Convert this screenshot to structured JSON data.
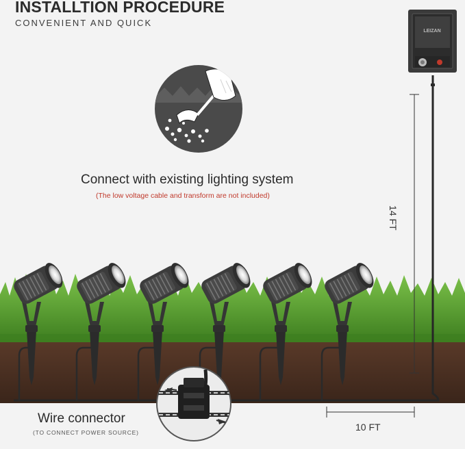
{
  "header": {
    "title": "INSTALLTION PROCEDURE",
    "subtitle": "CONVENIENT AND QUICK"
  },
  "step": {
    "title": "Connect with existing lighting system",
    "note": "(The low voltage cable and transform are not included)"
  },
  "transformer": {
    "brand": "LEIZAN"
  },
  "dimensions": {
    "vertical": "14 FT",
    "horizontal": "10 FT"
  },
  "connector": {
    "title": "Wire connector",
    "subtitle": "(TO CONNECT POWER SOURCE)"
  },
  "colors": {
    "grass": "#4f9a2c",
    "soil": "#4a2f22",
    "fixture": "#3a3a3a",
    "note": "#c0392b"
  },
  "spotlight_count": 6
}
